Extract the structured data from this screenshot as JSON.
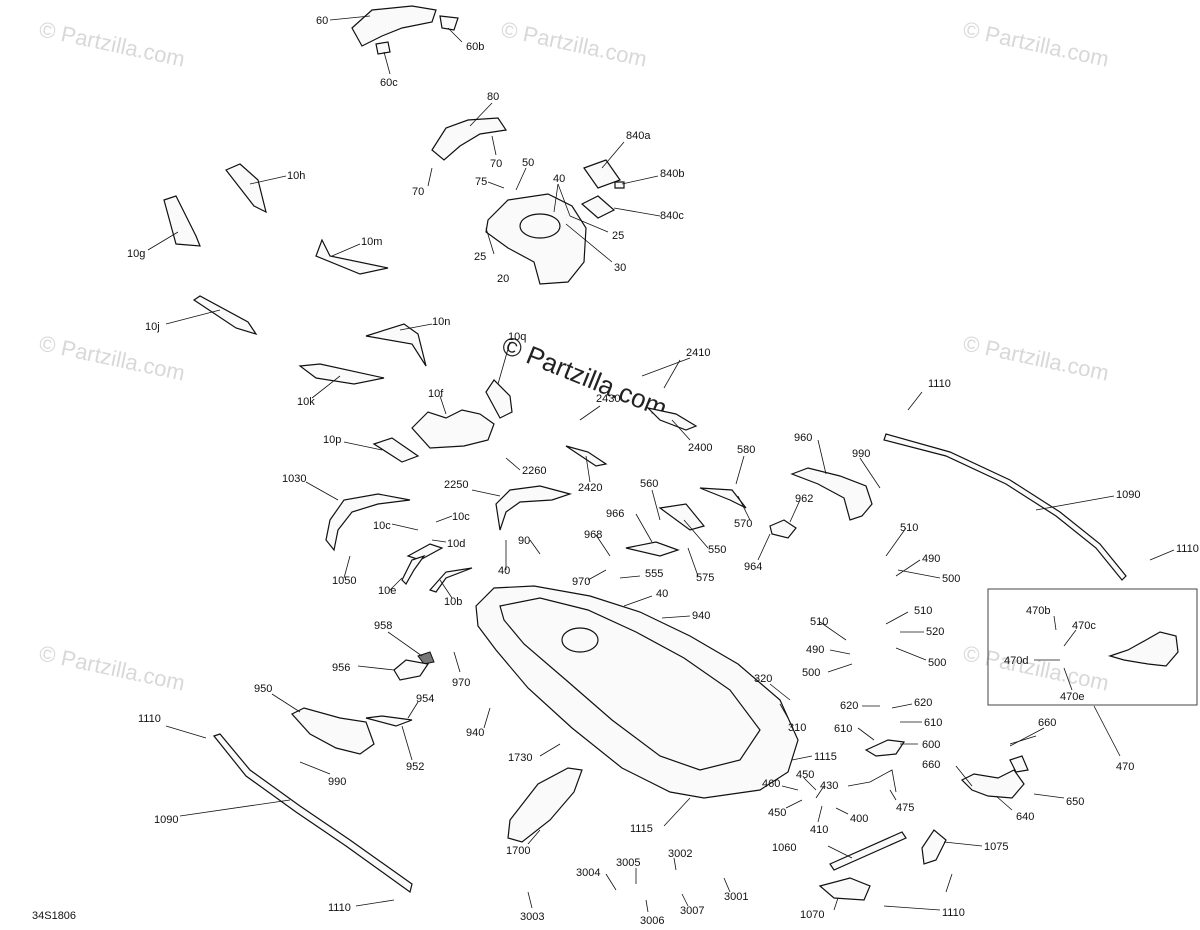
{
  "watermarks": [
    "© Partzilla.com",
    "© Partzilla.com",
    "© Partzilla.com",
    "© Partzilla.com",
    "© Partzilla.com",
    "© Partzilla.com",
    "© Partzilla.com",
    "© Partzilla.com"
  ],
  "center_watermark": "© Partzilla.com",
  "diagram_code": "34S1806",
  "callouts": [
    {
      "id": "c60",
      "text": "60"
    },
    {
      "id": "c60b",
      "text": "60b"
    },
    {
      "id": "c60c",
      "text": "60c"
    },
    {
      "id": "c80",
      "text": "80"
    },
    {
      "id": "c70a",
      "text": "70"
    },
    {
      "id": "c70b",
      "text": "70"
    },
    {
      "id": "c50",
      "text": "50"
    },
    {
      "id": "c75",
      "text": "75"
    },
    {
      "id": "c40a",
      "text": "40"
    },
    {
      "id": "c840a",
      "text": "840a"
    },
    {
      "id": "c840b",
      "text": "840b"
    },
    {
      "id": "c840c",
      "text": "840c"
    },
    {
      "id": "c25a",
      "text": "25"
    },
    {
      "id": "c25b",
      "text": "25"
    },
    {
      "id": "c20",
      "text": "20"
    },
    {
      "id": "c30",
      "text": "30"
    },
    {
      "id": "c10h",
      "text": "10h"
    },
    {
      "id": "c10g",
      "text": "10g"
    },
    {
      "id": "c10m",
      "text": "10m"
    },
    {
      "id": "c10j",
      "text": "10j"
    },
    {
      "id": "c10n",
      "text": "10n"
    },
    {
      "id": "c10q",
      "text": "10q"
    },
    {
      "id": "c10k",
      "text": "10k"
    },
    {
      "id": "c10f",
      "text": "10f"
    },
    {
      "id": "c10p",
      "text": "10p"
    },
    {
      "id": "c2410",
      "text": "2410"
    },
    {
      "id": "c2430",
      "text": "2430"
    },
    {
      "id": "c2400",
      "text": "2400"
    },
    {
      "id": "c2260",
      "text": "2260"
    },
    {
      "id": "c2420",
      "text": "2420"
    },
    {
      "id": "c1110a",
      "text": "1110"
    },
    {
      "id": "c1030",
      "text": "1030"
    },
    {
      "id": "c2250",
      "text": "2250"
    },
    {
      "id": "c560",
      "text": "560"
    },
    {
      "id": "c580",
      "text": "580"
    },
    {
      "id": "c960",
      "text": "960"
    },
    {
      "id": "c990a",
      "text": "990"
    },
    {
      "id": "c1090a",
      "text": "1090"
    },
    {
      "id": "c10c1",
      "text": "10c"
    },
    {
      "id": "c10c2",
      "text": "10c"
    },
    {
      "id": "c10d",
      "text": "10d"
    },
    {
      "id": "c966",
      "text": "966"
    },
    {
      "id": "c570",
      "text": "570"
    },
    {
      "id": "c962",
      "text": "962"
    },
    {
      "id": "c550",
      "text": "550"
    },
    {
      "id": "c510a",
      "text": "510"
    },
    {
      "id": "c1110b",
      "text": "1110"
    },
    {
      "id": "c90",
      "text": "90"
    },
    {
      "id": "c968",
      "text": "968"
    },
    {
      "id": "c1050",
      "text": "1050"
    },
    {
      "id": "c10e",
      "text": "10e"
    },
    {
      "id": "c40b",
      "text": "40"
    },
    {
      "id": "c10b",
      "text": "10b"
    },
    {
      "id": "c970a",
      "text": "970"
    },
    {
      "id": "c555",
      "text": "555"
    },
    {
      "id": "c575",
      "text": "575"
    },
    {
      "id": "c964",
      "text": "964"
    },
    {
      "id": "c490a",
      "text": "490"
    },
    {
      "id": "c500a",
      "text": "500"
    },
    {
      "id": "c40c",
      "text": "40"
    },
    {
      "id": "c940a",
      "text": "940"
    },
    {
      "id": "c510b",
      "text": "510"
    },
    {
      "id": "c510c",
      "text": "510"
    },
    {
      "id": "c520",
      "text": "520"
    },
    {
      "id": "c470b",
      "text": "470b"
    },
    {
      "id": "c470c",
      "text": "470c"
    },
    {
      "id": "c470d",
      "text": "470d"
    },
    {
      "id": "c470e",
      "text": "470e"
    },
    {
      "id": "c958",
      "text": "958"
    },
    {
      "id": "c490b",
      "text": "490"
    },
    {
      "id": "c500b",
      "text": "500"
    },
    {
      "id": "c500c",
      "text": "500"
    },
    {
      "id": "c956",
      "text": "956"
    },
    {
      "id": "c970b",
      "text": "970"
    },
    {
      "id": "c320",
      "text": "320"
    },
    {
      "id": "c950",
      "text": "950"
    },
    {
      "id": "c954",
      "text": "954"
    },
    {
      "id": "c620a",
      "text": "620"
    },
    {
      "id": "c620b",
      "text": "620"
    },
    {
      "id": "c310",
      "text": "310"
    },
    {
      "id": "c610a",
      "text": "610"
    },
    {
      "id": "c610b",
      "text": "610"
    },
    {
      "id": "c660a",
      "text": "660"
    },
    {
      "id": "c1110c",
      "text": "1110"
    },
    {
      "id": "c940b",
      "text": "940"
    },
    {
      "id": "c600",
      "text": "600"
    },
    {
      "id": "c470",
      "text": "470"
    },
    {
      "id": "c952",
      "text": "952"
    },
    {
      "id": "c1730",
      "text": "1730"
    },
    {
      "id": "c1115a",
      "text": "1115"
    },
    {
      "id": "c450a",
      "text": "450"
    },
    {
      "id": "c660b",
      "text": "660"
    },
    {
      "id": "c460",
      "text": "460"
    },
    {
      "id": "c430",
      "text": "430"
    },
    {
      "id": "c990b",
      "text": "990"
    },
    {
      "id": "c475",
      "text": "475"
    },
    {
      "id": "c650",
      "text": "650"
    },
    {
      "id": "c450b",
      "text": "450"
    },
    {
      "id": "c400",
      "text": "400"
    },
    {
      "id": "c640",
      "text": "640"
    },
    {
      "id": "c1090b",
      "text": "1090"
    },
    {
      "id": "c410",
      "text": "410"
    },
    {
      "id": "c1115b",
      "text": "1115"
    },
    {
      "id": "c1700",
      "text": "1700"
    },
    {
      "id": "c3002",
      "text": "3002"
    },
    {
      "id": "c1060",
      "text": "1060"
    },
    {
      "id": "c1075",
      "text": "1075"
    },
    {
      "id": "c3005",
      "text": "3005"
    },
    {
      "id": "c3004",
      "text": "3004"
    },
    {
      "id": "c3001",
      "text": "3001"
    },
    {
      "id": "c1110d",
      "text": "1110"
    },
    {
      "id": "c1110e",
      "text": "1110"
    },
    {
      "id": "c3003",
      "text": "3003"
    },
    {
      "id": "c3007",
      "text": "3007"
    },
    {
      "id": "c3006",
      "text": "3006"
    },
    {
      "id": "c1070",
      "text": "1070"
    }
  ]
}
